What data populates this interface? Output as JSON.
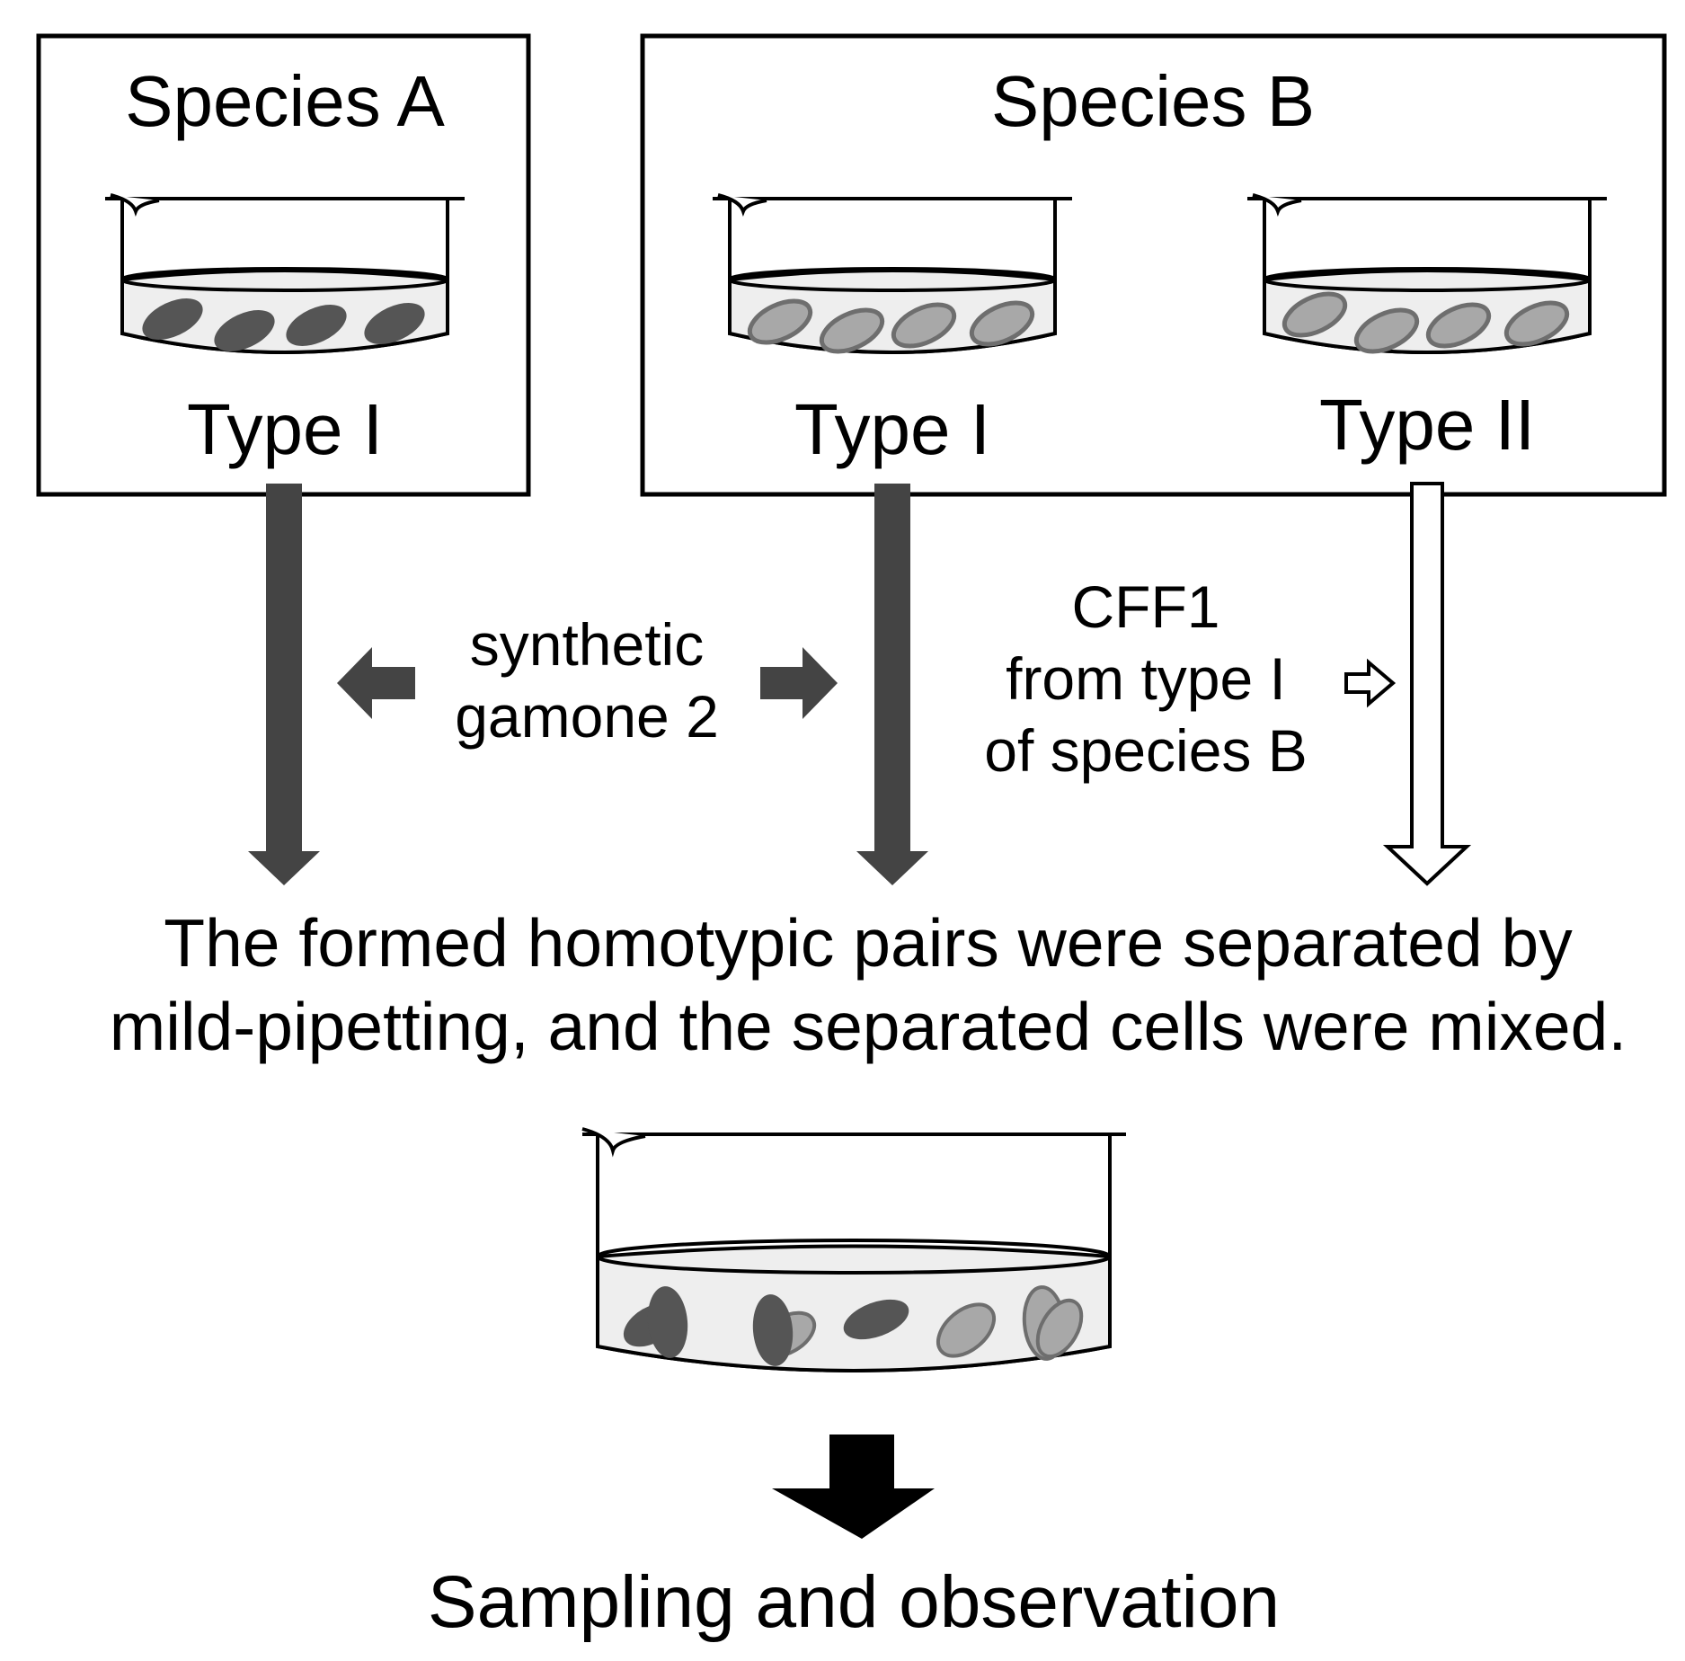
{
  "species_a": {
    "title": "Species A",
    "type_label": "Type I"
  },
  "species_b": {
    "title": "Species B",
    "type1_label": "Type I",
    "type2_label": "Type II"
  },
  "gamone": {
    "line1": "synthetic",
    "line2": "gamone 2"
  },
  "cff1": {
    "line1": "CFF1",
    "line2": "from type I",
    "line3": "of species B"
  },
  "description": {
    "line1": "The formed homotypic pairs were separated by",
    "line2": "mild-pipetting, and the separated cells were mixed."
  },
  "final_step": "Sampling and observation",
  "colors": {
    "dark_cell": "#555555",
    "light_cell": "#a8a8a8",
    "light_cell_stroke": "#6e6e6e",
    "liquid": "#eeeeee",
    "dark_arrow": "#444444",
    "black_arrow": "#000000"
  }
}
